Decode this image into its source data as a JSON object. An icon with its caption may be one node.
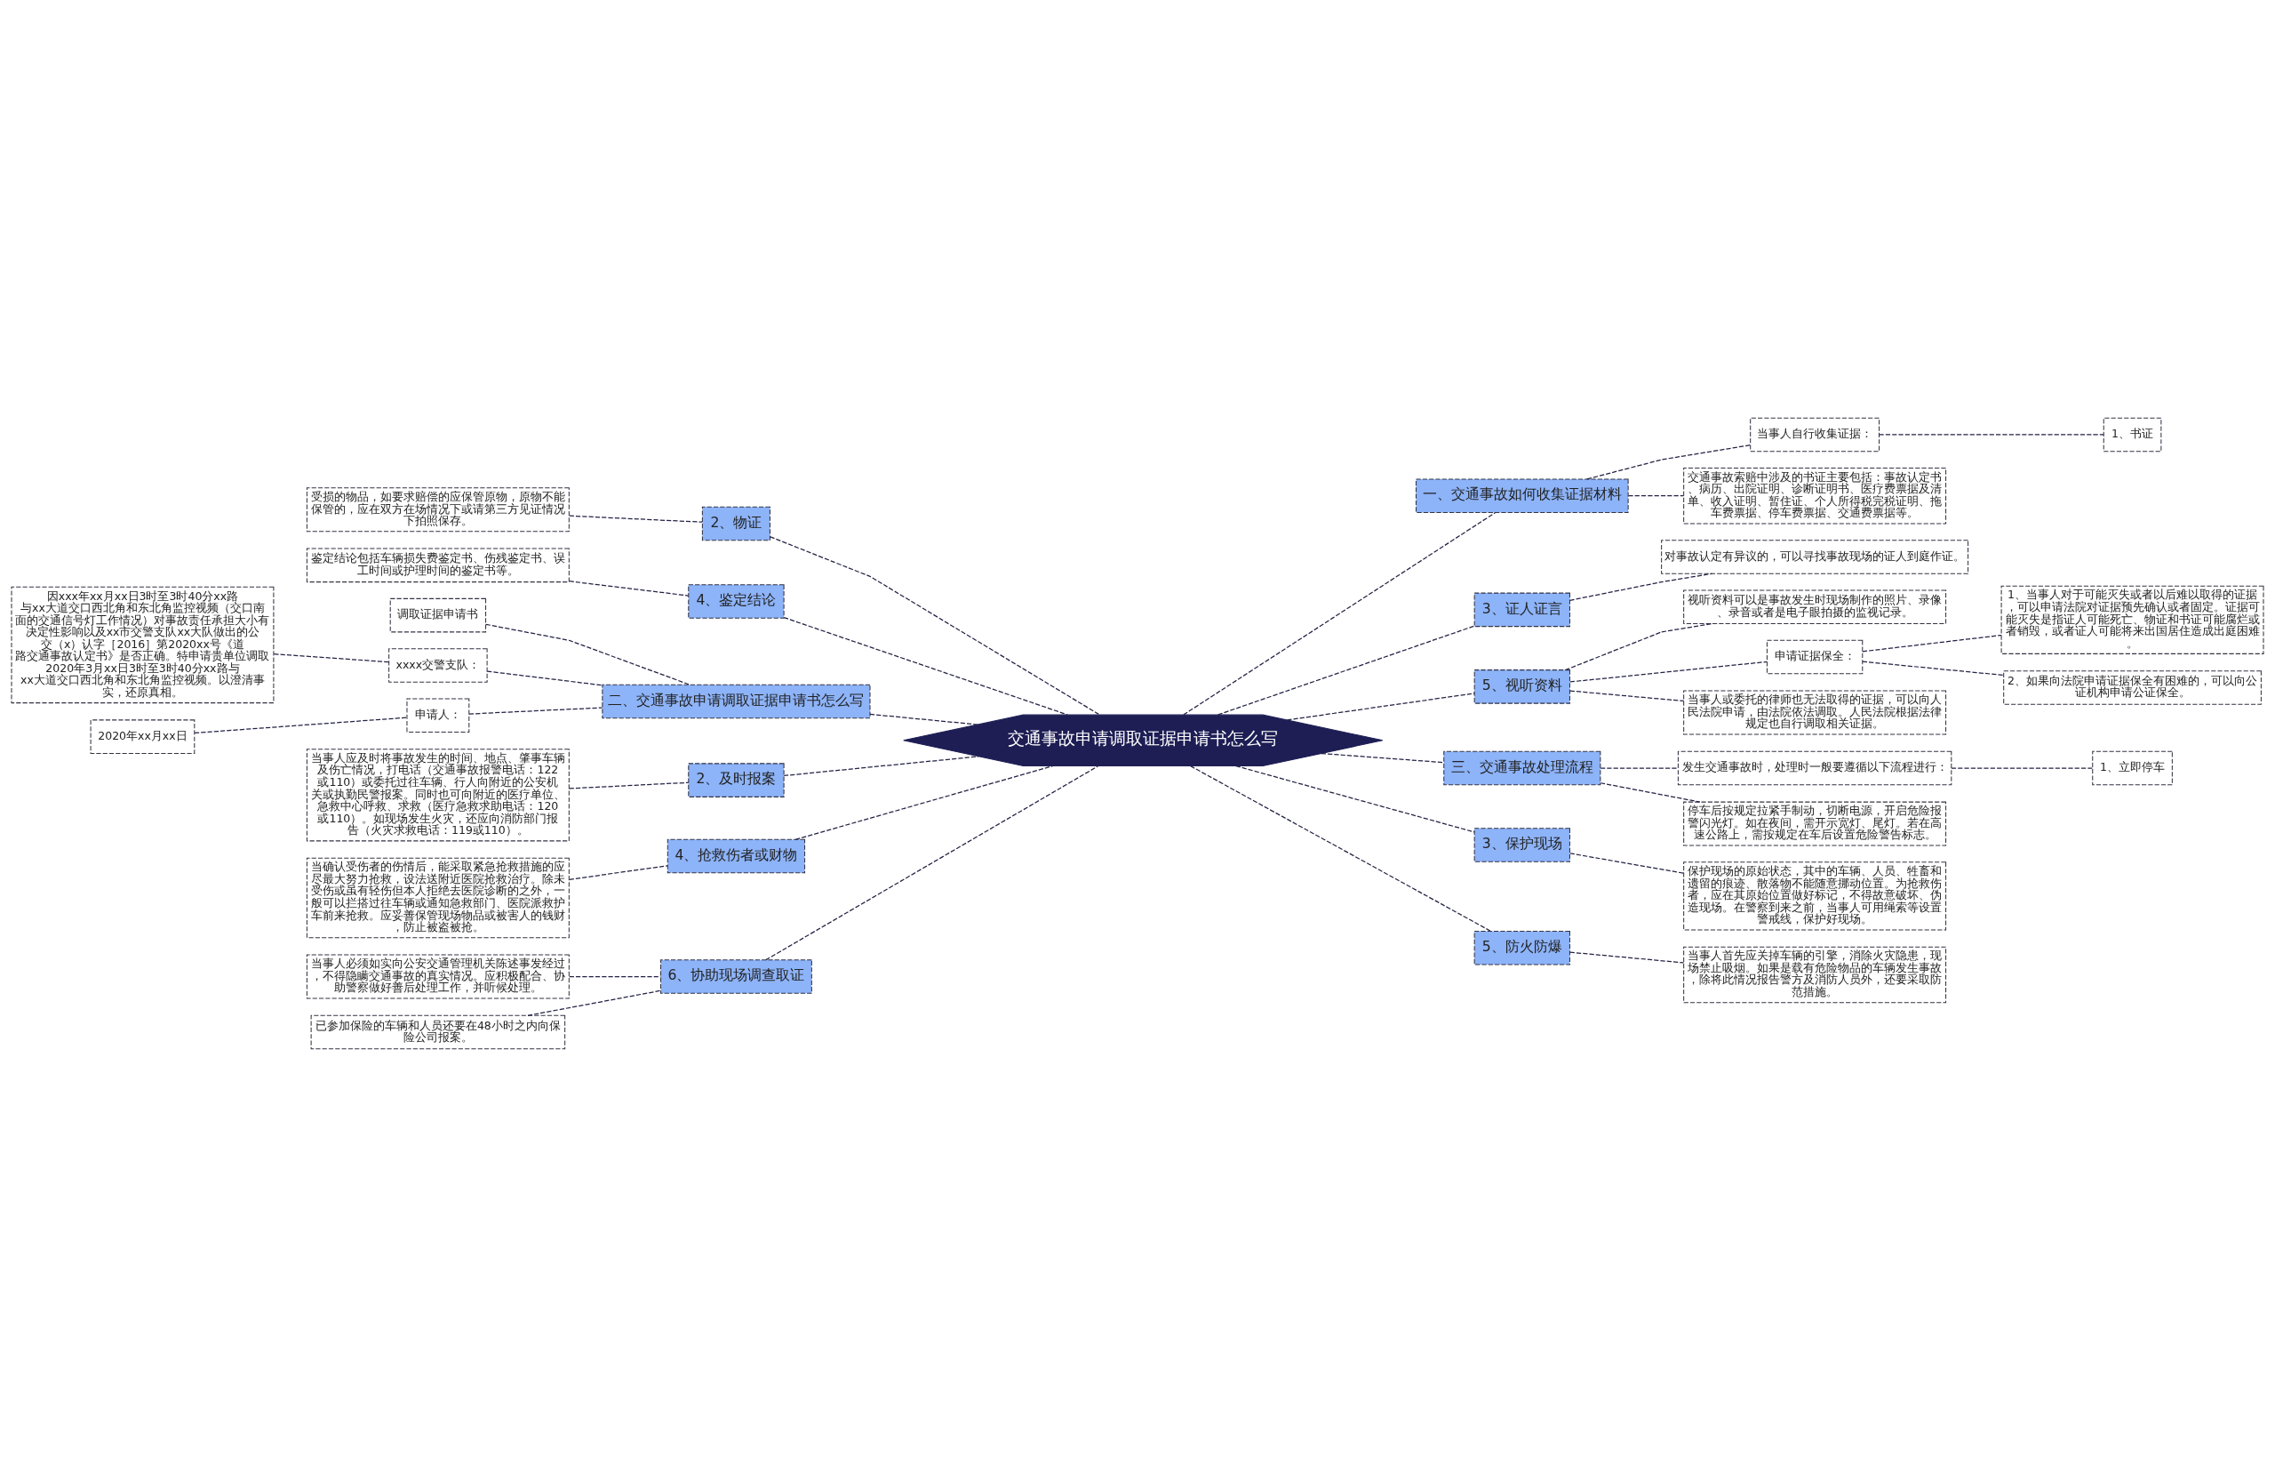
{
  "diagram": {
    "nodes": [
      {
        "text": [
          "交通事故申请调取证据申请书怎么写"
        ]
      },
      {
        "text": [
          "2、物证"
        ]
      },
      {
        "text": [
          "受损的物品，如要求赔偿的应保管原物，原物不能保管的，应在双方在场情况下或请第三方见证情况下拍照保存。"
        ]
      },
      {
        "text": [
          "4、鉴定结论"
        ]
      },
      {
        "text": [
          "鉴定结论包括车辆损失费鉴定书、伤残鉴定书、误工时间或护理时间的鉴定书等。"
        ]
      },
      {
        "text": [
          "二、交通事故申请调取证据申请书怎么写"
        ]
      },
      {
        "text": [
          "调取证据申请书"
        ]
      },
      {
        "text": [
          "xxxx交警支队："
        ]
      },
      {
        "text": [
          "因xxx年xx月xx日3时至3时40分xx路与xx大道交口西北角和东北角监控视频（交口南面的交通信号灯工作情况）对事故责任承担大小有决定性影响以及xx市交警支队xx大队做出的公交（x）认字［2016］第2020xx号《道路交通事故认定书》是否正确。特申请贵单位调取2020年3月xx日3时至3时40分xx路与xx大道交口西北角和东北角监控视频。以澄清事实，还原真相。"
        ]
      },
      {
        "text": [
          "申请人："
        ]
      },
      {
        "text": [
          "2020年xx月xx日"
        ]
      },
      {
        "text": [
          "2、及时报案"
        ]
      },
      {
        "text": [
          "当事人应及时将事故发生的时间、地点、肇事车辆及伤亡情况，打电话（交通事故报警电话：122或110）或委托过往车辆、行人向附近的公安机关或执勤民警报案。同时也可向附近的医疗单位、急救中心呼救、求救（医疗急救求助电话：120或110）。如现场发生火灾，还应向消防部门报告（火灾求救电话：119或110）。"
        ]
      },
      {
        "text": [
          "4、抢救伤者或财物"
        ]
      },
      {
        "text": [
          "当确认受伤者的伤情后，能采取紧急抢救措施的应尽最大努力抢救，设法送附近医院抢救治疗。除未受伤或虽有轻伤但本人拒绝去医院诊断的之外，一般可以拦搭过往车辆或通知急救部门、医院派救护车前来抢救。应妥善保管现场物品或被害人的钱财，防止被盗被抢。"
        ]
      },
      {
        "text": [
          "6、协助现场调查取证"
        ]
      },
      {
        "text": [
          "当事人必须如实向公安交通管理机关陈述事发经过，不得隐瞒交通事故的真实情况。应积极配合、协助警察做好善后处理工作，并听候处理。"
        ]
      },
      {
        "text": [
          "已参加保险的车辆和人员还要在48小时之内向保险公司报案。"
        ]
      },
      {
        "text": [
          "一、交通事故如何收集证据材料"
        ]
      },
      {
        "text": [
          "当事人自行收集证据："
        ]
      },
      {
        "text": [
          "1、书证"
        ]
      },
      {
        "text": [
          "交通事故索赔中涉及的书证主要包括：事故认定书、病历、出院证明、诊断证明书、医疗费票据及清单、收入证明、暂住证、个人所得税完税证明、拖车费票据、停车费票据、交通费票据等。"
        ]
      },
      {
        "text": [
          "3、证人证言"
        ]
      },
      {
        "text": [
          "对事故认定有异议的，可以寻找事故现场的证人到庭作证。"
        ]
      },
      {
        "text": [
          "5、视听资料"
        ]
      },
      {
        "text": [
          "视听资料可以是事故发生时现场制作的照片、录像、录音或者是电子眼拍摄的监视记录。"
        ]
      },
      {
        "text": [
          "申请证据保全："
        ]
      },
      {
        "text": [
          "1、当事人对于可能灭失或者以后难以取得的证据，可以申请法院对证据预先确认或者固定。证据可能灭失是指证人可能死亡、物证和书证可能腐烂或者销毁，或者证人可能将来出国居住造成出庭困难。"
        ]
      },
      {
        "text": [
          "2、如果向法院申请证据保全有困难的，可以向公证机构申请公证保全。"
        ]
      },
      {
        "text": [
          "当事人或委托的律师也无法取得的证据，可以向人民法院申请，由法院依法调取。人民法院根据法律规定也自行调取相关证据。"
        ]
      },
      {
        "text": [
          "三、交通事故处理流程"
        ]
      },
      {
        "text": [
          "发生交通事故时，处理时一般要遵循以下流程进行："
        ]
      },
      {
        "text": [
          "1、立即停车"
        ]
      },
      {
        "text": [
          "停车后按规定拉紧手制动，切断电源，开启危险报警闪光灯。如在夜间，需开示宽灯、尾灯。若在高速公路上，需按规定在车后设置危险警告标志。"
        ]
      },
      {
        "text": [
          "3、保护现场"
        ]
      },
      {
        "text": [
          "保护现场的原始状态，其中的车辆、人员、牲畜和遗留的痕迹、散落物不能随意挪动位置。为抢救伤者，应在其原始位置做好标记，不得故意破坏、伪造现场。在警察到来之前，当事人可用绳索等设置警戒线，保护好现场。"
        ]
      },
      {
        "text": [
          "5、防火防爆"
        ]
      },
      {
        "text": [
          "当事人首先应关掉车辆的引擎，消除火灾隐患，现场禁止吸烟。如果是载有危险物品的车辆发生事故，除将此情况报告警方及消防人员外，还要采取防范措施。"
        ]
      }
    ],
    "edges": [
      {
        "from": 0,
        "to": 1,
        "arrow": "none",
        "style": "dashed"
      },
      {
        "from": 1,
        "to": 2,
        "arrow": "none",
        "style": "dashed"
      },
      {
        "from": 0,
        "to": 3,
        "arrow": "none",
        "style": "dashed"
      },
      {
        "from": 3,
        "to": 4,
        "arrow": "none",
        "style": "dashed"
      },
      {
        "from": 0,
        "to": 5,
        "arrow": "none",
        "style": "dashed"
      },
      {
        "from": 5,
        "to": 6,
        "arrow": "none",
        "style": "dashed"
      },
      {
        "from": 5,
        "to": 7,
        "arrow": "none",
        "style": "dashed"
      },
      {
        "from": 7,
        "to": 8,
        "arrow": "none",
        "style": "dashed"
      },
      {
        "from": 5,
        "to": 9,
        "arrow": "none",
        "style": "dashed"
      },
      {
        "from": 9,
        "to": 10,
        "arrow": "none",
        "style": "dashed"
      },
      {
        "from": 0,
        "to": 11,
        "arrow": "none",
        "style": "dashed"
      },
      {
        "from": 11,
        "to": 12,
        "arrow": "none",
        "style": "dashed"
      },
      {
        "from": 0,
        "to": 13,
        "arrow": "none",
        "style": "dashed"
      },
      {
        "from": 13,
        "to": 14,
        "arrow": "none",
        "style": "dashed"
      },
      {
        "from": 0,
        "to": 15,
        "arrow": "none",
        "style": "dashed"
      },
      {
        "from": 15,
        "to": 16,
        "arrow": "none",
        "style": "dashed"
      },
      {
        "from": 15,
        "to": 17,
        "arrow": "none",
        "style": "dashed"
      },
      {
        "from": 0,
        "to": 18,
        "arrow": "none",
        "style": "dashed"
      },
      {
        "from": 18,
        "to": 19,
        "arrow": "none",
        "style": "dashed"
      },
      {
        "from": 19,
        "to": 20,
        "arrow": "none",
        "style": "dashed"
      },
      {
        "from": 18,
        "to": 21,
        "arrow": "none",
        "style": "dashed"
      },
      {
        "from": 0,
        "to": 22,
        "arrow": "none",
        "style": "dashed"
      },
      {
        "from": 22,
        "to": 23,
        "arrow": "none",
        "style": "dashed"
      },
      {
        "from": 0,
        "to": 24,
        "arrow": "none",
        "style": "dashed"
      },
      {
        "from": 24,
        "to": 25,
        "arrow": "none",
        "style": "dashed"
      },
      {
        "from": 24,
        "to": 26,
        "arrow": "none",
        "style": "dashed"
      },
      {
        "from": 26,
        "to": 27,
        "arrow": "none",
        "style": "dashed"
      },
      {
        "from": 26,
        "to": 28,
        "arrow": "none",
        "style": "dashed"
      },
      {
        "from": 24,
        "to": 29,
        "arrow": "none",
        "style": "dashed"
      },
      {
        "from": 0,
        "to": 30,
        "arrow": "none",
        "style": "dashed"
      },
      {
        "from": 30,
        "to": 31,
        "arrow": "none",
        "style": "dashed"
      },
      {
        "from": 31,
        "to": 32,
        "arrow": "none",
        "style": "dashed"
      },
      {
        "from": 30,
        "to": 33,
        "arrow": "none",
        "style": "dashed"
      },
      {
        "from": 0,
        "to": 34,
        "arrow": "none",
        "style": "dashed"
      },
      {
        "from": 34,
        "to": 35,
        "arrow": "none",
        "style": "dashed"
      },
      {
        "from": 0,
        "to": 36,
        "arrow": "none",
        "style": "dashed"
      },
      {
        "from": 36,
        "to": 37,
        "arrow": "none",
        "style": "dashed"
      }
    ]
  }
}
